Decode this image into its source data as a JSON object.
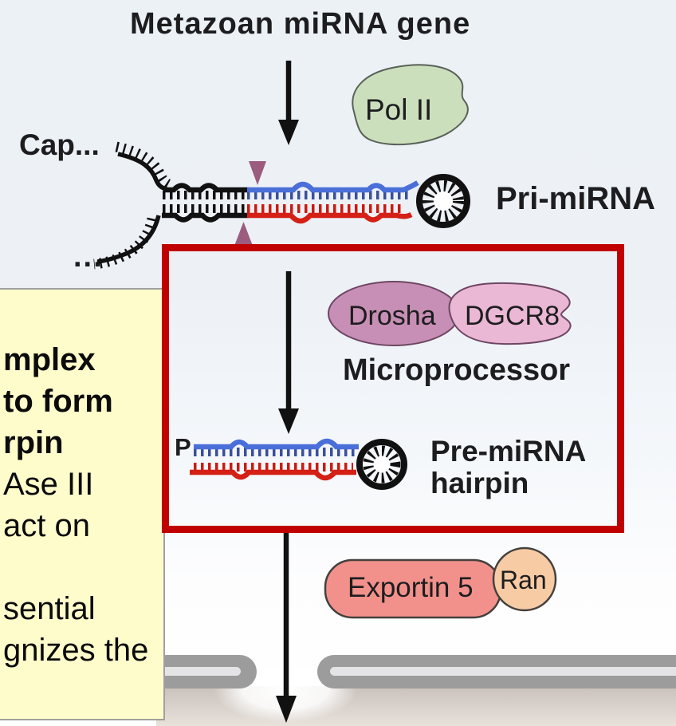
{
  "note_box": {
    "lines": [
      "mplex",
      "to form",
      "rpin",
      "Ase III",
      "act on",
      "",
      "sential",
      "gnizes the"
    ]
  },
  "figure": {
    "title": "Metazoan miRNA gene",
    "cap_label": "Cap...",
    "tail_dots": "...",
    "pol2_label": "Pol II",
    "pri_label": "Pri-miRNA",
    "drosha_label": "Drosha",
    "dgcr8_label": "DGCR8",
    "microprocessor_label": "Microprocessor",
    "pre_label_line1": "Pre-miRNA",
    "pre_label_line2": "hairpin",
    "phosphate_label": "P",
    "exportin_label": "Exportin 5",
    "ran_label": "Ran"
  },
  "colors": {
    "highlight_border": "#C00000",
    "note_bg": "#FFFCCB",
    "pol2_fill": "#CBDFBC",
    "drosha_fill": "#C78FB5",
    "dgcr8_fill": "#EAB7D4",
    "exportin_fill": "#F2918B",
    "ran_fill": "#F7CBA4",
    "strand_blue": "#4A6FD9",
    "strand_red": "#D42015",
    "cleavage_triangle": "#9C5C80",
    "membrane_gray": "#9C9C9C"
  }
}
